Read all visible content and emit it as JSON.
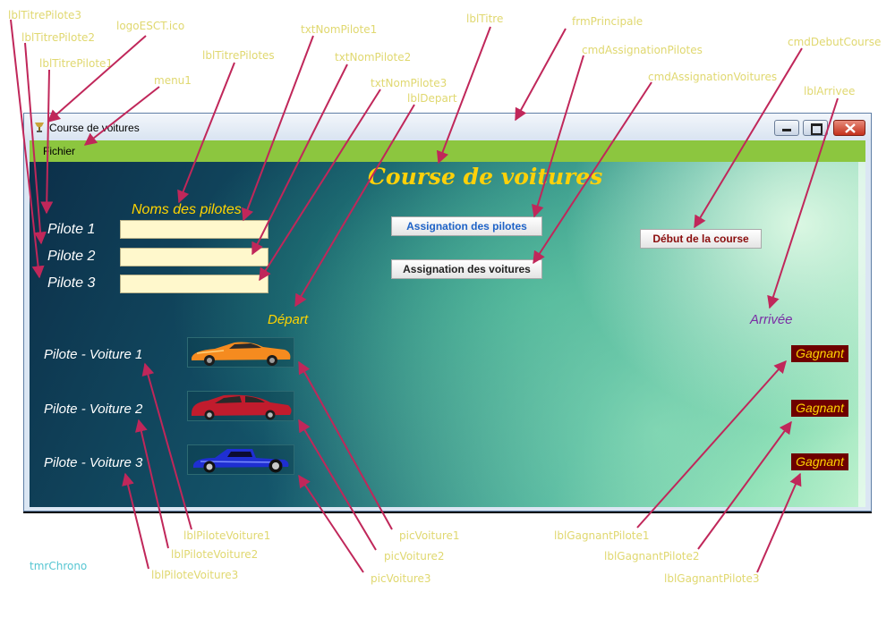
{
  "window": {
    "title": "Course de voitures",
    "menu": [
      "Fichier"
    ]
  },
  "form": {
    "title": "Course de voitures",
    "noms_header": "Noms des pilotes",
    "pilotes": [
      "Pilote 1",
      "Pilote 2",
      "Pilote 3"
    ],
    "buttons": {
      "assign_pilotes": "Assignation des pilotes",
      "assign_voitures": "Assignation des voitures",
      "debut": "Début de la course"
    },
    "depart": "Départ",
    "arrivee": "Arrivée",
    "rows": [
      {
        "label": "Pilote - Voiture 1",
        "gagnant": "Gagnant",
        "car": "orange-sports-car"
      },
      {
        "label": "Pilote - Voiture 2",
        "gagnant": "Gagnant",
        "car": "red-hatchback-car"
      },
      {
        "label": "Pilote - Voiture 3",
        "gagnant": "Gagnant",
        "car": "blue-hotrod-car"
      }
    ]
  },
  "annotations": {
    "lblTitrePilote3": "lblTitrePilote3",
    "lblTitrePilote2": "lblTitrePilote2",
    "lblTitrePilote1": "lblTitrePilote1",
    "logo": "logoESCT.ico",
    "menu1": "menu1",
    "lblTitrePilotes": "lblTitrePilotes",
    "txtNomPilote1": "txtNomPilote1",
    "txtNomPilote2": "txtNomPilote2",
    "txtNomPilote3": "txtNomPilote3",
    "lblDepart": "lblDepart",
    "lblTitre": "lblTitre",
    "frmPrincipale": "frmPrincipale",
    "cmdAssignationPilotes": "cmdAssignationPilotes",
    "cmdAssignationVoitures": "cmdAssignationVoitures",
    "cmdDebutCourse": "cmdDebutCourse",
    "lblArrivee": "lblArrivee",
    "lblPiloteVoiture1": "lblPiloteVoiture1",
    "lblPiloteVoiture2": "lblPiloteVoiture2",
    "lblPiloteVoiture3": "lblPiloteVoiture3",
    "picVoiture1": "picVoiture1",
    "picVoiture2": "picVoiture2",
    "picVoiture3": "picVoiture3",
    "lblGagnantPilote1": "lblGagnantPilote1",
    "lblGagnantPilote2": "lblGagnantPilote2",
    "lblGagnantPilote3": "lblGagnantPilote3",
    "tmrChrono": "tmrChrono"
  },
  "colors": {
    "menubar": "#8cc63f",
    "title": "#ffd10a",
    "textbox": "#fff8cc",
    "gagnant_bg": "#6e0000",
    "annotation": "#e0d870",
    "timer_annotation": "#56c6d2",
    "arrow": "#c0275a"
  }
}
